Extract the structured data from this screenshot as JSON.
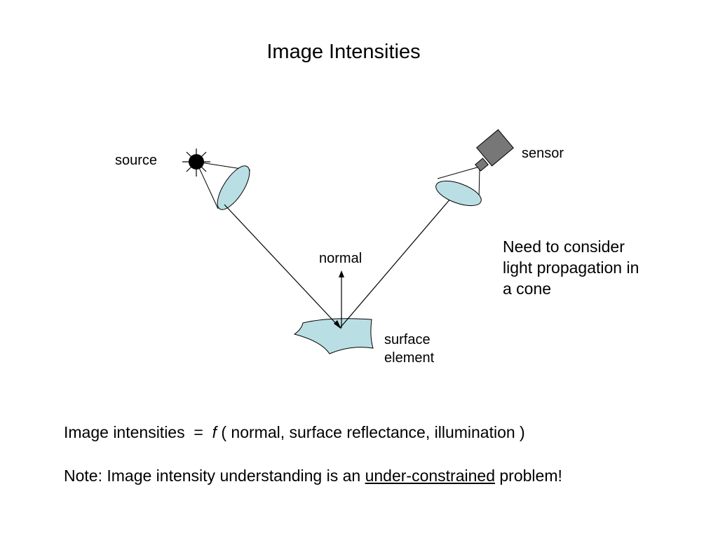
{
  "title": "Image Intensities",
  "labels": {
    "source": "source",
    "sensor": "sensor",
    "normal": "normal",
    "surface_line1": "surface",
    "surface_line2": "element"
  },
  "note_cone": {
    "line1": "Need to consider",
    "line2": "light propagation in",
    "line3": "a cone"
  },
  "formula": {
    "lhs": "Image intensities",
    "eq": "=",
    "f": "f",
    "args": "( normal,  surface reflectance, illumination )"
  },
  "note": {
    "prefix": "Note: Image intensity understanding is an",
    "emphasis": "under-constrained",
    "suffix": "problem!"
  },
  "colors": {
    "lens_fill": "#b9dfe4",
    "surface_fill": "#b9dfe4",
    "sensor_fill": "#777777",
    "line": "#000000"
  }
}
